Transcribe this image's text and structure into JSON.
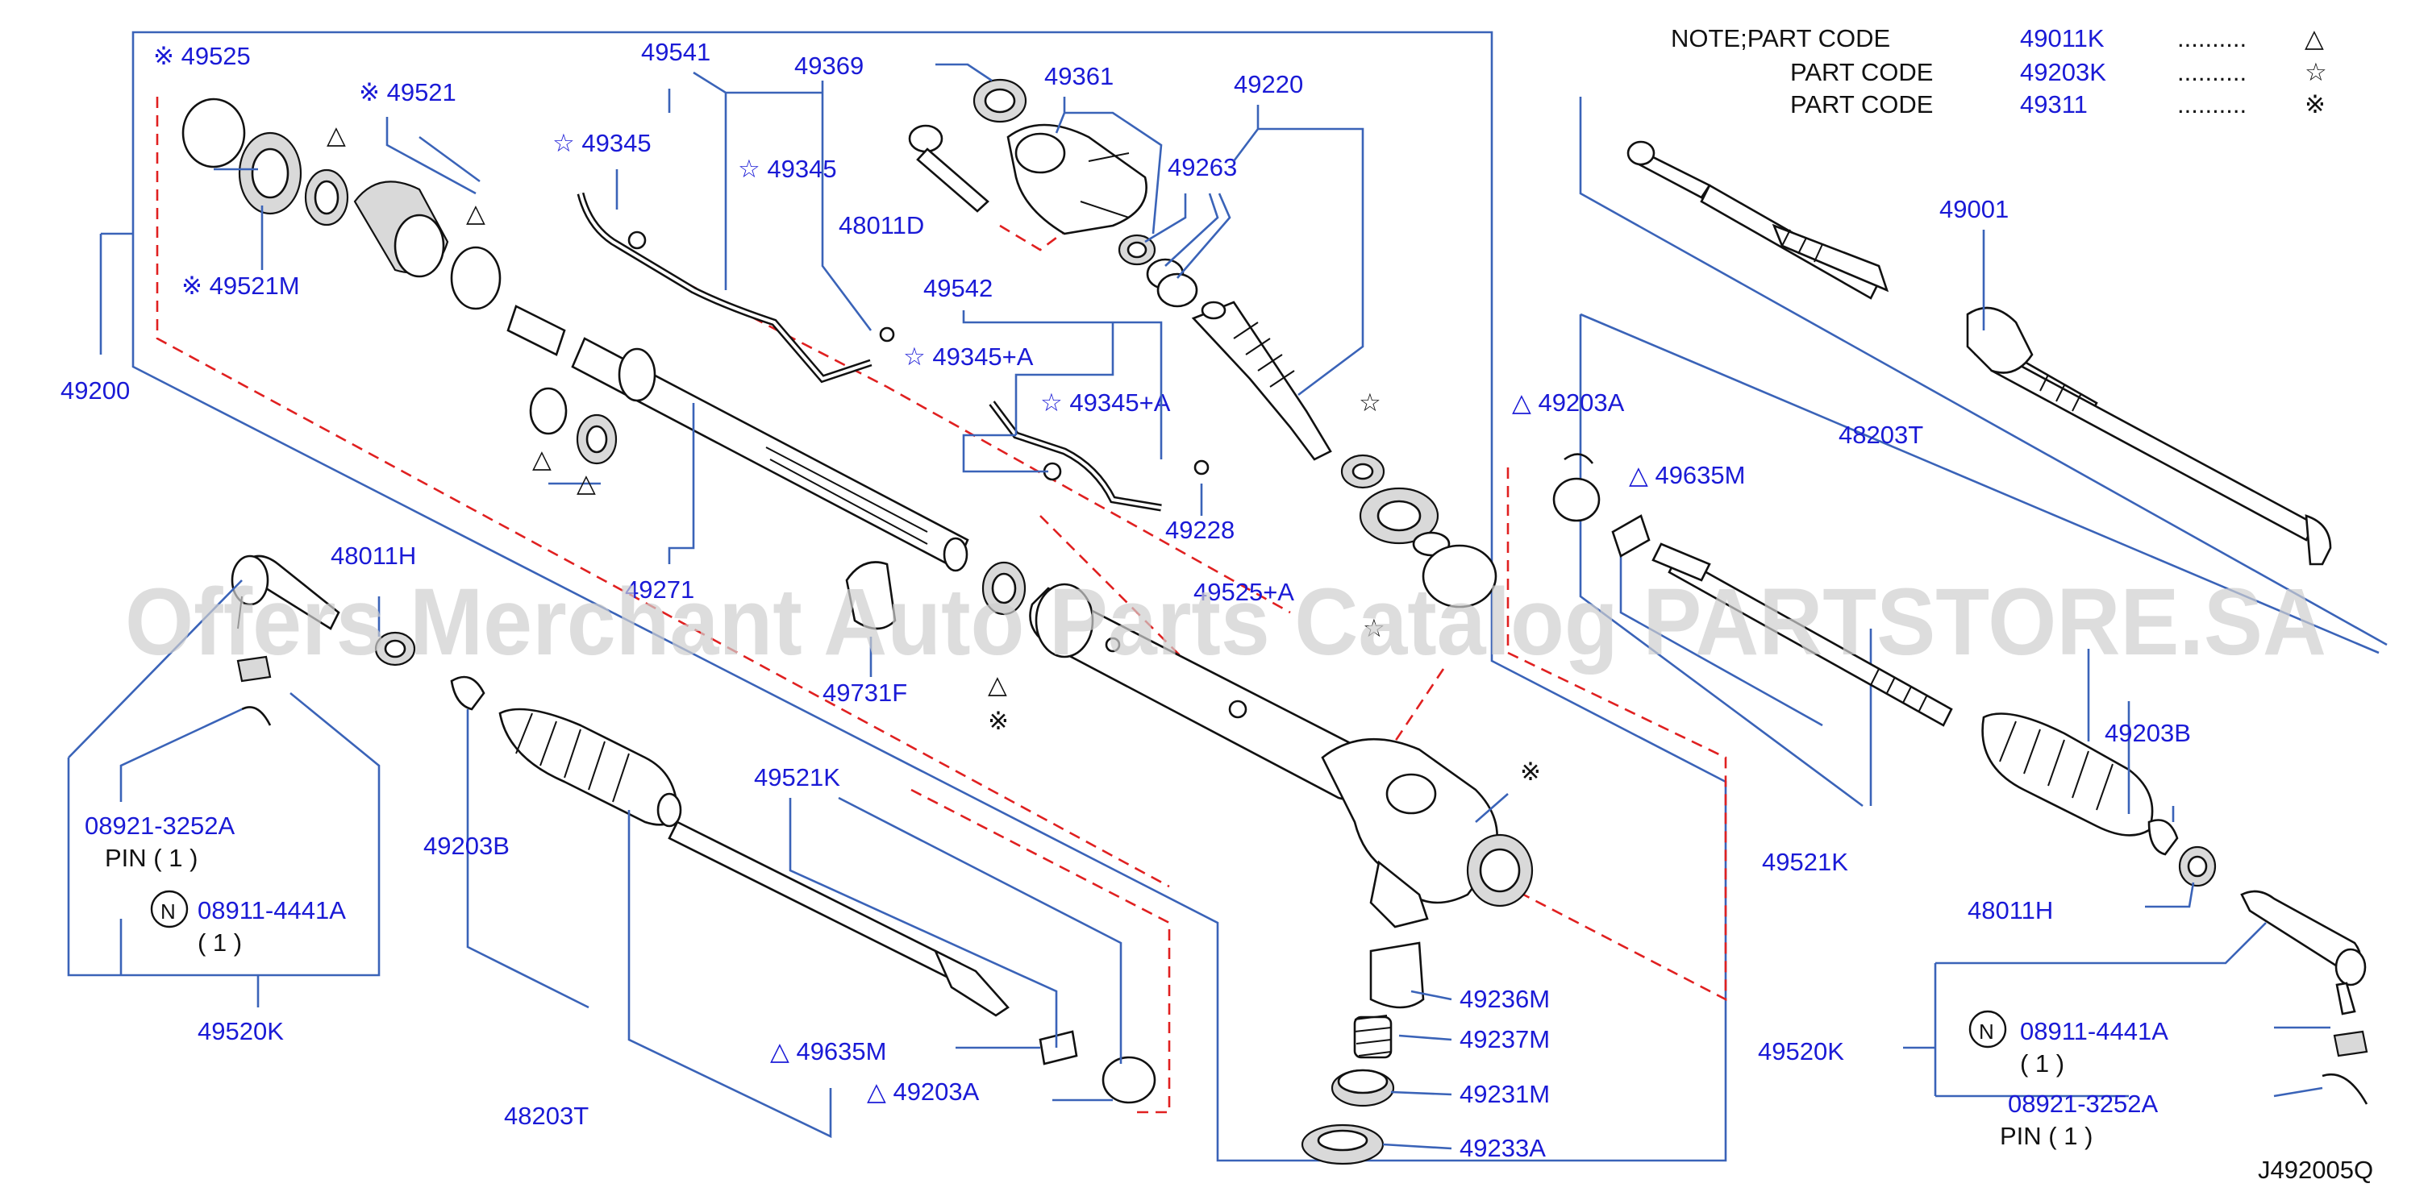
{
  "note": {
    "rows": [
      {
        "prefix": "NOTE;PART  CODE",
        "code": "49011K",
        "dots": "..........",
        "symbol": "△"
      },
      {
        "prefix": "PART  CODE",
        "code": "49203K",
        "dots": "..........",
        "symbol": "☆"
      },
      {
        "prefix": "PART  CODE",
        "code": "49311",
        "dots": "..........",
        "symbol": "※"
      }
    ]
  },
  "watermark": "Offers Merchant Auto Parts Catalog PARTSTORE.SA",
  "diagram_id": "J492005Q",
  "labels": {
    "p49525": "※ 49525",
    "p49521": "※ 49521",
    "p49521M": "※ 49521M",
    "p49200": "49200",
    "p49541": "49541",
    "p49369": "49369",
    "p49345a": "☆ 49345",
    "p49345b": "☆ 49345",
    "p48011D": "48011D",
    "p49361": "49361",
    "p49220": "49220",
    "p49263": "49263",
    "p49542": "49542",
    "p49345A1": "☆ 49345+A",
    "p49345A2": "☆ 49345+A",
    "p49228": "49228",
    "p49271": "49271",
    "p49525A": "49525+A",
    "p49731F": "49731F",
    "p48011H_l": "48011H",
    "p08921_l": "08921-3252A",
    "pin_l": "PIN   ( 1 )",
    "p08911_l": "08911-4441A",
    "qty_l": "( 1 )",
    "p49520K_l": "49520K",
    "p49203B_l": "49203B",
    "p49521K_l": "49521K",
    "p48203T_l": "48203T",
    "p49635M_l": "△ 49635M",
    "p49203A_l": "△ 49203A",
    "p49236M": "49236M",
    "p49237M": "49237M",
    "p49231M": "49231M",
    "p49233A": "49233A",
    "p49001": "49001",
    "p49203A_r": "△ 49203A",
    "p49635M_r": "△ 49635M",
    "p48203T_r": "48203T",
    "p49203B_r": "49203B",
    "p49521K_r": "49521K",
    "p48011H_r": "48011H",
    "p49520K_r": "49520K",
    "p08911_r": "08911-4441A",
    "qty_r": "( 1 )",
    "p08921_r": "08921-3252A",
    "pin_r": "PIN   ( 1 )"
  },
  "symbols": {
    "tri": "△",
    "star": "☆",
    "kome": "※",
    "nut": "N"
  },
  "colors": {
    "label_blue": "#1a1ad6",
    "leader_blue": "#3a63b8",
    "dash_red": "#e02020"
  }
}
